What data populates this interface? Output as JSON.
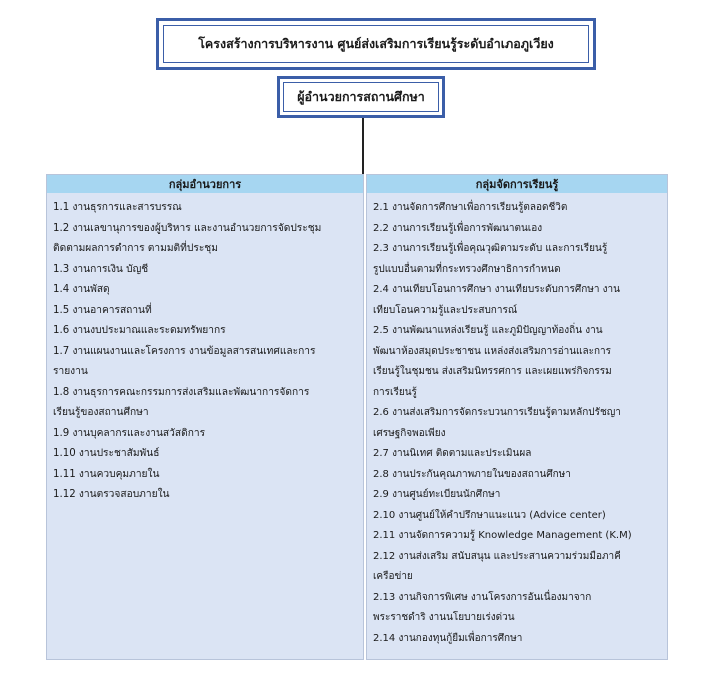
{
  "title": "โครงสร้างการบริหารงาน ศูนย์ส่งเสริมการเรียนรู้ระดับอำเภอภูเวียง",
  "director": "ผู้อำนวยการสถานศึกษา",
  "groups": [
    {
      "header": "กลุ่มอำนวยการ",
      "items": [
        "1.1 งานธุรการและสารบรรณ",
        "1.2 งานเลขานุการของผู้บริหาร และงานอำนวยการจัดประชุม\nติดตามผลการดำการ ตามมติที่ประชุม",
        "1.3 งานการเงิน บัญชี",
        "1.4 งานพัสดุ",
        "1.5 งานอาคารสถานที่",
        "1.6 งานงบประมาณและระดมทรัพยากร",
        "1.7 งานแผนงานและโครงการ งานข้อมูลสารสนเทศและการ\nรายงาน",
        "1.8 งานธุรการคณะกรรมการส่งเสริมและพัฒนาการจัดการ\nเรียนรู้ของสถานศึกษา",
        "1.9 งานบุคลากรและงานสวัสดิการ",
        "1.10 งานประชาสัมพันธ์",
        "1.11 งานควบคุมภายใน",
        "1.12 งานตรวจสอบภายใน"
      ]
    },
    {
      "header": "กลุ่มจัดการเรียนรู้",
      "items": [
        "2.1 งานจัดการศึกษาเพื่อการเรียนรู้ตลอดชีวิต",
        "2.2 งานการเรียนรู้เพื่อการพัฒนาตนเอง",
        "2.3 งานการเรียนรู้เพื่อคุณวุฒิตามระดับ และการเรียนรู้\nรูปแบบอื่นตามที่กระทรวงศึกษาธิการกำหนด",
        "2.4 งานเทียบโอนการศึกษา งานเทียบระดับการศึกษา งาน\nเทียบโอนความรู้และประสบการณ์",
        "2.5 งานพัฒนาแหล่งเรียนรู้ และภูมิปัญญาท้องถิ่น งาน\nพัฒนาห้องสมุดประชาชน แหล่งส่งเสริมการอ่านและการ\nเรียนรู้ในชุมชน ส่งเสริมนิทรรศการ และเผยแพร่กิจกรรม\nการเรียนรู้",
        "2.6 งานส่งเสริมการจัดกระบวนการเรียนรู้ตามหลักปรัชญา\nเศรษฐกิจพอเพียง",
        "2.7 งานนิเทศ ติดตามและประเมินผล",
        "2.8 งานประกันคุณภาพภายในของสถานศึกษา",
        "2.9 งานศูนย์ทะเบียนนักศึกษา",
        "2.10 งานศูนย์ให้คำปรึกษาแนะแนว (Advice center)",
        "2.11 งานจัดการความรู้ Knowledge Management (K.M)",
        "2.12 งานส่งเสริม สนับสนุน และประสานความร่วมมือภาคี\nเครือข่าย",
        "2.13 งานกิจการพิเศษ งานโครงการอันเนื่องมาจาก\nพระราชดำริ งานนโยบายเร่งด่วน",
        "2.14 งานกองทุนกู้ยืมเพื่อการศึกษา"
      ]
    }
  ],
  "colors": {
    "border": "#3b5ea8",
    "header_bg": "#a6d6f1",
    "panel_bg": "#dbe4f4"
  }
}
